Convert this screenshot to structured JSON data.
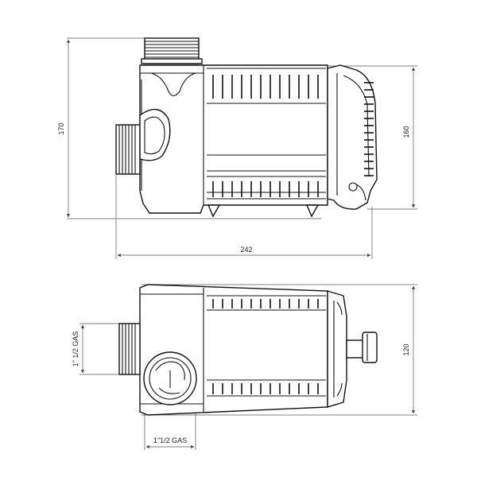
{
  "dimensions": {
    "height_overall": "170",
    "height_body": "160",
    "length": "242",
    "width": "120",
    "outlet_thread": "1\" 1/2 GAS",
    "inlet_thread": "1\"1/2 GAS"
  }
}
